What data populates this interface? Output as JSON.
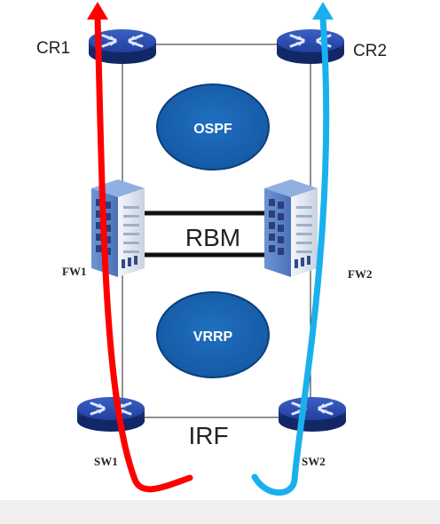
{
  "nodes": {
    "cr1": "CR1",
    "cr2": "CR2",
    "fw1": "FW1",
    "fw2": "FW2",
    "sw1": "SW1",
    "sw2": "SW2"
  },
  "protocols": {
    "ospf": "OSPF",
    "vrrp": "VRRP"
  },
  "links": {
    "rbm": "RBM",
    "irf": "IRF"
  },
  "icons": {
    "router": "router-icon",
    "firewall": "firewall-icon",
    "switch": "switch-icon"
  },
  "colors": {
    "device_blue": "#2a48a8",
    "protocol_blue": "#1a64b4",
    "path_red": "#ff0000",
    "path_cyan": "#1ab0ee",
    "firewall_blue": "#5e86c8"
  }
}
